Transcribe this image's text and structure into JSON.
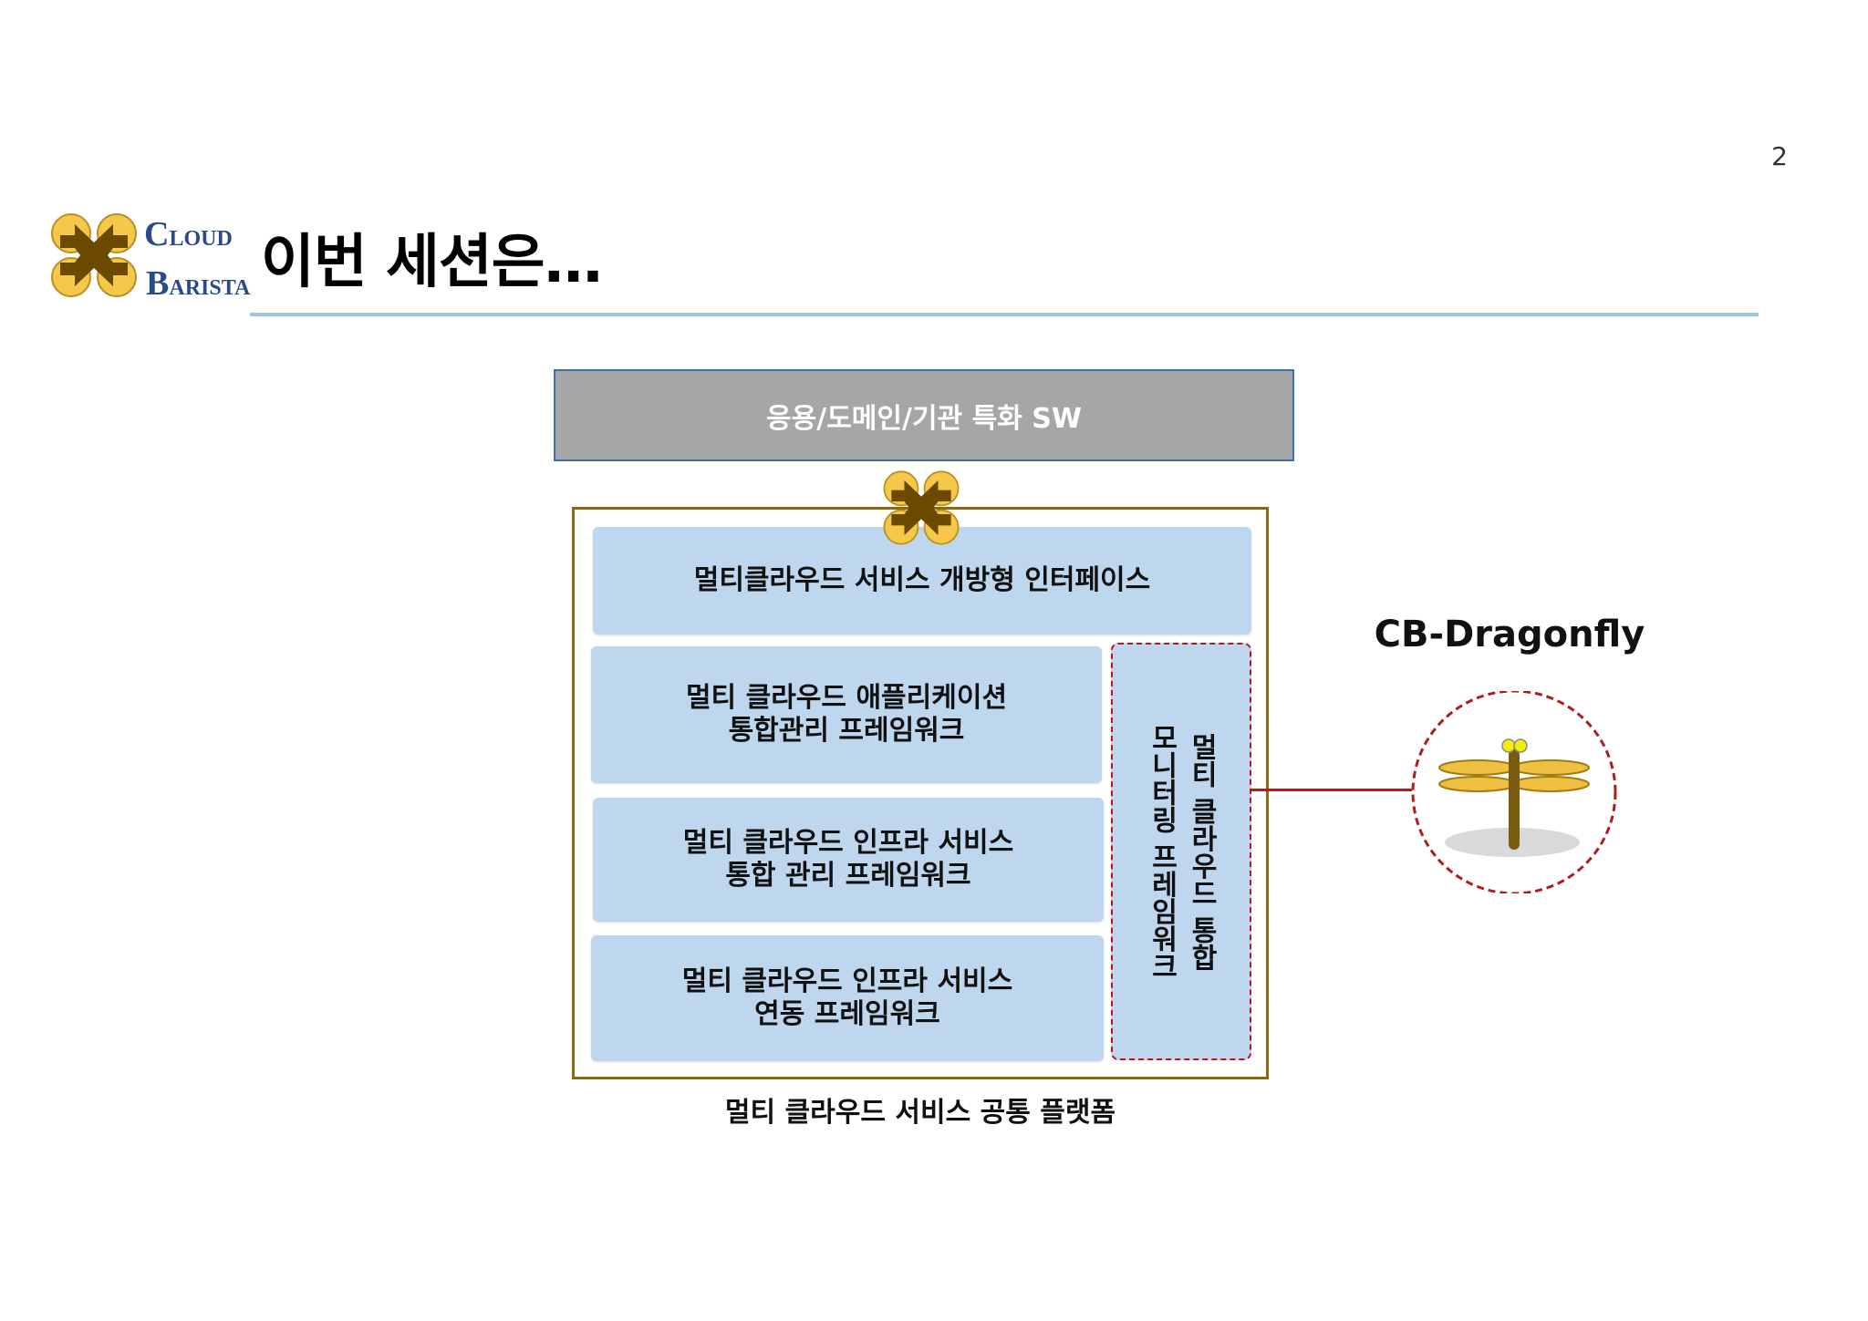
{
  "page_number": "2",
  "logo": {
    "cloud_first": "C",
    "cloud_rest": "LOUD",
    "barista_first": "B",
    "barista_rest": "ARISTA"
  },
  "title": "이번 세션은…",
  "top_box": "응용/도메인/기관 특화 SW",
  "platform": {
    "interface": "멀티클라우드 서비스 개방형 인터페이스",
    "app_fw_line1": "멀티 클라우드 애플리케이션",
    "app_fw_line2": "통합관리 프레임워크",
    "infra_mgmt_line1": "멀티 클라우드 인프라 서비스",
    "infra_mgmt_line2": "통합 관리 프레임워크",
    "infra_link_line1": "멀티 클라우드 인프라 서비스",
    "infra_link_line2": "연동 프레임워크",
    "monitor_line1": "멀티 클라우드 통합",
    "monitor_line2": "모니터링 프레임워크",
    "caption": "멀티 클라우드 서비스 공통 플랫폼"
  },
  "dragonfly": {
    "title": "CB-Dragonfly"
  },
  "icons": {
    "logo": "cloud-barista-logo-icon",
    "dragonfly": "dragonfly-icon"
  },
  "colors": {
    "accent_blue": "#9fc5e8",
    "box_blue": "#bfd7ee",
    "frame_gold": "#8a6a10",
    "alert_red": "#c0141c"
  }
}
